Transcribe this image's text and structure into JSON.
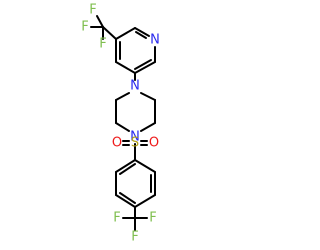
{
  "molecule": {
    "atom_labels": {
      "f1": "F",
      "f2": "F",
      "f3": "F",
      "n_pyridine": "N",
      "n_piperazine_top": "N",
      "n_piperazine_bottom": "N",
      "s": "S",
      "o_left": "O",
      "o_right": "O",
      "f4": "F",
      "f5": "F",
      "f6": "F"
    }
  },
  "colors": {
    "bond": "#000000",
    "fluorine": "#7fbf4f",
    "nitrogen": "#2a2aee",
    "oxygen": "#ee1a1a",
    "sulfur": "#b3a21a"
  }
}
